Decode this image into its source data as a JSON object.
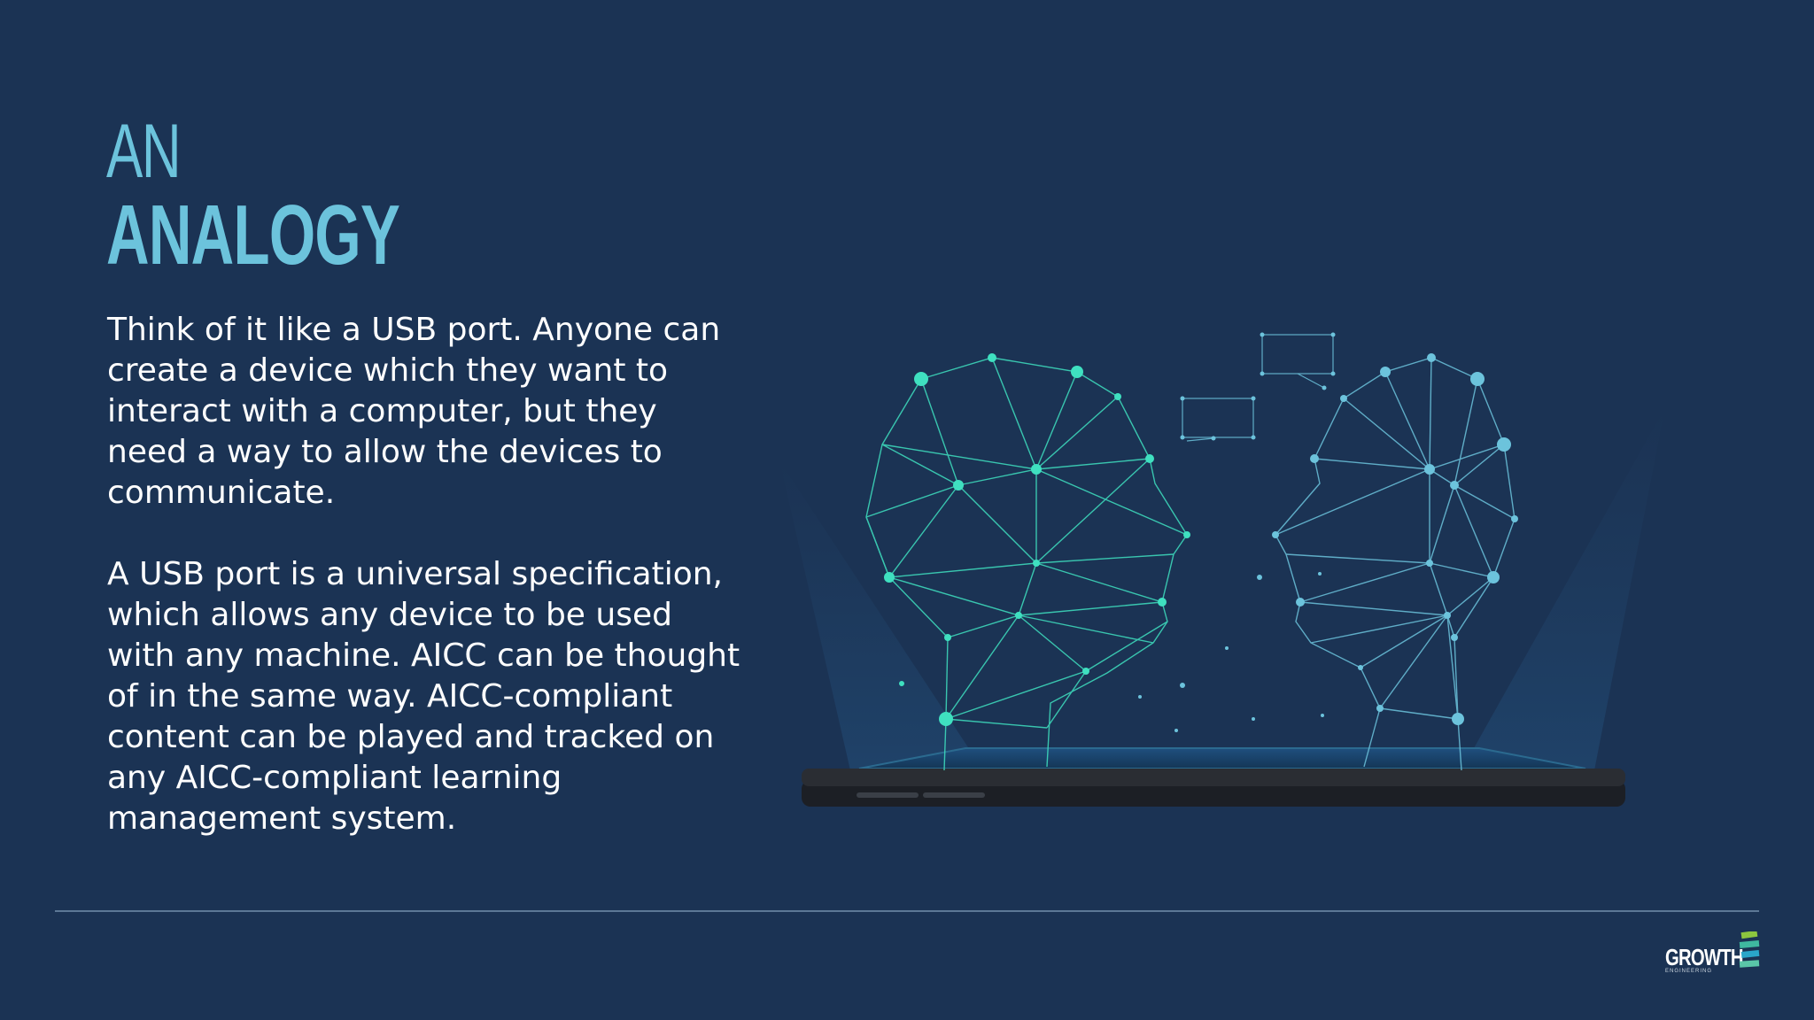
{
  "slide": {
    "title_line1": "AN",
    "title_line2": "ANALOGY",
    "paragraphs": [
      "Think of it like a USB port. Anyone can create a device which they want to interact with a computer, but they need a way to allow the devices to communicate.",
      "A USB port is a universal specification, which allows any device to be used with any machine. AICC can be thought of in the same way. AICC-compliant content can be played and tracked on any AICC-compliant learning management system."
    ]
  },
  "illustration": {
    "icon": "two-heads-network-over-tablet-illustration"
  },
  "logo": {
    "name": "GROWTH",
    "sub": "ENGINEERING"
  },
  "colors": {
    "background": "#1b3354",
    "title": "#6cc3dc",
    "left_head": "#3fe0c0",
    "right_head": "#6cc3dc",
    "divider": "#5d7896"
  }
}
